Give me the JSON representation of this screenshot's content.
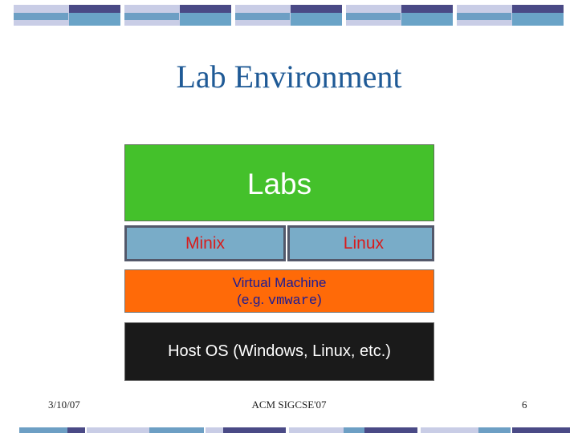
{
  "slide": {
    "title": "Lab Environment"
  },
  "diagram": {
    "labs": "Labs",
    "minix": "Minix",
    "linux": "Linux",
    "vm_line1": "Virtual Machine",
    "vm_line2_prefix": "(e.g. ",
    "vm_line2_mono": "vmware",
    "vm_line2_suffix": ")",
    "host": "Host OS (Windows, Linux, etc.)"
  },
  "footer": {
    "date": "3/10/07",
    "center": "ACM SIGCSE'07",
    "page": "6"
  },
  "colors": {
    "title": "#1f5a96",
    "labs": "#44c12b",
    "layer_blue": "#79acc8",
    "vm": "#ff6a08",
    "host": "#1a1a1a",
    "accent_red": "#d81c1c",
    "vm_text": "#1c1c96"
  }
}
